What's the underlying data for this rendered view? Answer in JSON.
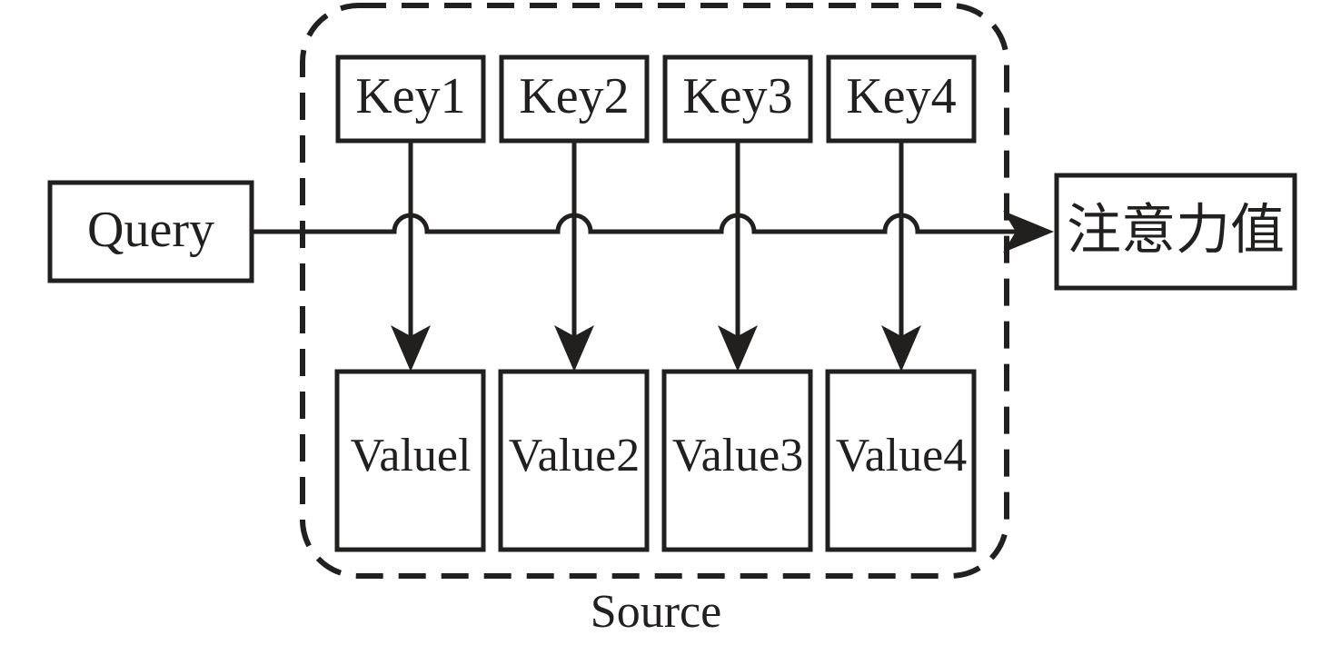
{
  "diagram": {
    "title": "Attention mechanism: Query-Key-Value",
    "colors": {
      "stroke": "#221f1f",
      "background": "#ffffff"
    },
    "query": {
      "label": "Query"
    },
    "output": {
      "label": "注意力值"
    },
    "source": {
      "label": "Source"
    },
    "keys": [
      {
        "label": "Key1"
      },
      {
        "label": "Key2"
      },
      {
        "label": "Key3"
      },
      {
        "label": "Key4"
      }
    ],
    "values": [
      {
        "label": "Valuel"
      },
      {
        "label": "Value2"
      },
      {
        "label": "Value3"
      },
      {
        "label": "Value4"
      }
    ]
  }
}
